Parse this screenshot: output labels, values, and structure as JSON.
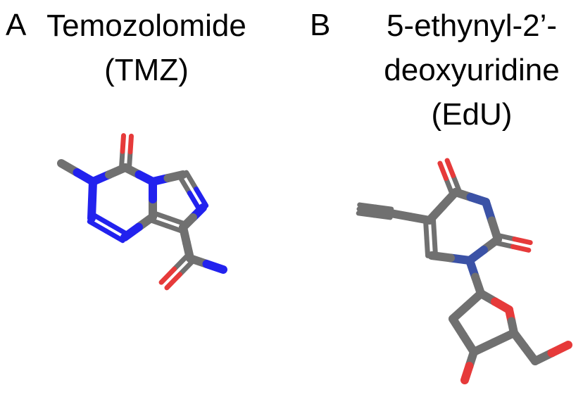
{
  "panels": [
    {
      "letter": "A",
      "title_lines": [
        "Temozolomide",
        "(TMZ)"
      ]
    },
    {
      "letter": "B",
      "title_lines": [
        "5-ethynyl-2’-",
        "deoxyuridine",
        "(EdU)"
      ]
    }
  ],
  "colors": {
    "carbon": "#707070",
    "nitrogen_tmz": "#2222ee",
    "nitrogen_edu": "#3b52a6",
    "oxygen": "#e63a3a"
  }
}
